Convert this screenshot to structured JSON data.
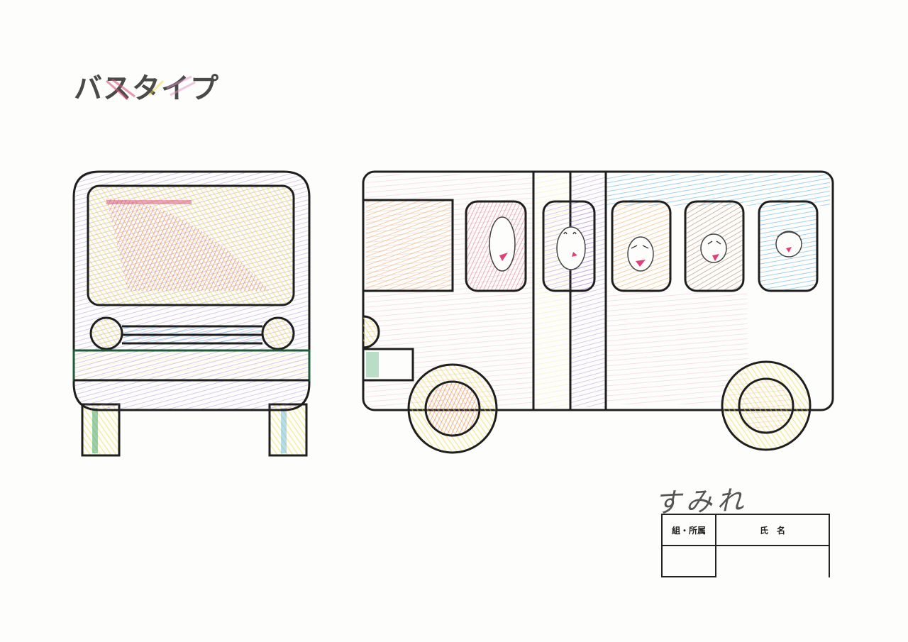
{
  "header": {
    "title": "バスタイプ"
  },
  "form": {
    "group_label": "組・所属",
    "name_label": "氏　名",
    "group_value": "",
    "name_value": ""
  },
  "signature": {
    "text": "すみれ"
  },
  "colors": {
    "outline": "#1f1f1f",
    "crayon_pink": "#d9507a",
    "crayon_yellow": "#f0d840",
    "crayon_purple": "#9a6ad0",
    "crayon_blue": "#4aa8d8",
    "crayon_orange": "#e89a40",
    "crayon_brown": "#a0603a",
    "crayon_green": "#3aa060"
  }
}
